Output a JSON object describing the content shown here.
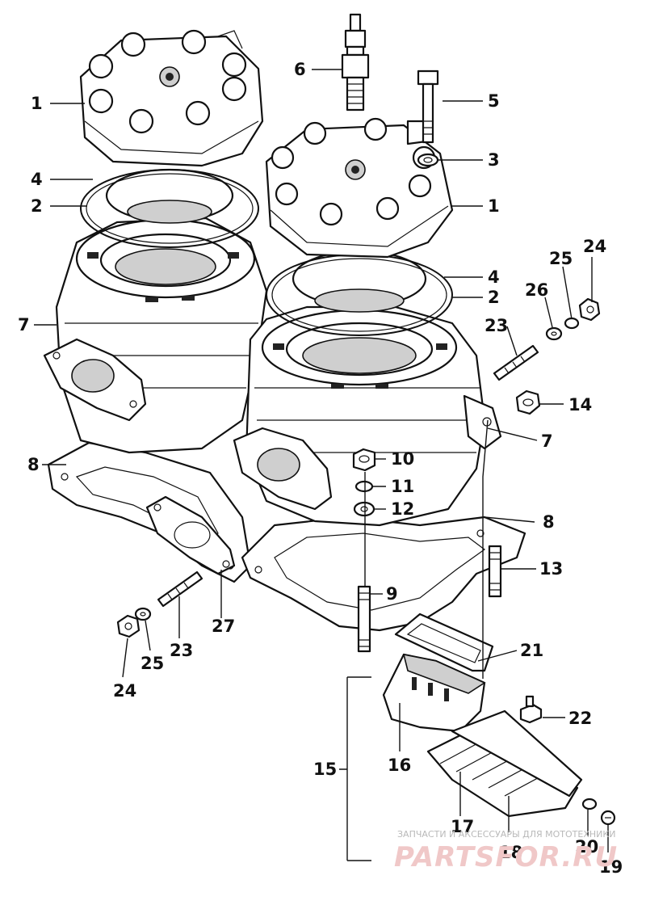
{
  "diagram": {
    "callouts": [
      {
        "id": "c1a",
        "text": "1"
      },
      {
        "id": "c4a",
        "text": "4"
      },
      {
        "id": "c2a",
        "text": "2"
      },
      {
        "id": "c7a",
        "text": "7"
      },
      {
        "id": "c8a",
        "text": "8"
      },
      {
        "id": "c6",
        "text": "6"
      },
      {
        "id": "c5",
        "text": "5"
      },
      {
        "id": "c3",
        "text": "3"
      },
      {
        "id": "c1b",
        "text": "1"
      },
      {
        "id": "c4b",
        "text": "4"
      },
      {
        "id": "c2b",
        "text": "2"
      },
      {
        "id": "c25a",
        "text": "25"
      },
      {
        "id": "c24a",
        "text": "24"
      },
      {
        "id": "c26",
        "text": "26"
      },
      {
        "id": "c23a",
        "text": "23"
      },
      {
        "id": "c14",
        "text": "14"
      },
      {
        "id": "c7b",
        "text": "7"
      },
      {
        "id": "c10",
        "text": "10"
      },
      {
        "id": "c11",
        "text": "11"
      },
      {
        "id": "c12",
        "text": "12"
      },
      {
        "id": "c8b",
        "text": "8"
      },
      {
        "id": "c13",
        "text": "13"
      },
      {
        "id": "c9",
        "text": "9"
      },
      {
        "id": "c27",
        "text": "27"
      },
      {
        "id": "c23b",
        "text": "23"
      },
      {
        "id": "c25b",
        "text": "25"
      },
      {
        "id": "c24b",
        "text": "24"
      },
      {
        "id": "c21",
        "text": "21"
      },
      {
        "id": "c22",
        "text": "22"
      },
      {
        "id": "c15",
        "text": "15"
      },
      {
        "id": "c16",
        "text": "16"
      },
      {
        "id": "c17",
        "text": "17"
      },
      {
        "id": "c18",
        "text": "18"
      },
      {
        "id": "c20",
        "text": "20"
      },
      {
        "id": "c19",
        "text": "19"
      }
    ]
  },
  "watermark": {
    "caption": "ЗАПЧАСТИ И АКСЕССУАРЫ ДЛЯ МОТОТЕХНИКИ",
    "logo": "PARTSFOR.RU"
  }
}
